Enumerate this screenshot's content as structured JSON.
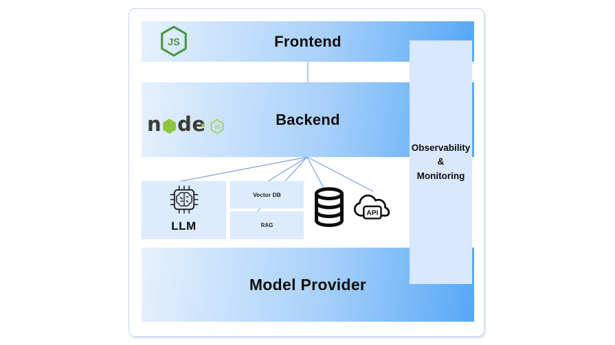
{
  "diagram": {
    "layers": {
      "frontend": {
        "label": "Frontend"
      },
      "backend": {
        "label": "Backend"
      },
      "model_provider": {
        "label": "Model Provider"
      }
    },
    "panel": {
      "label": "Observability\n&\nMonitoring"
    },
    "components": {
      "llm": {
        "label": "LLM"
      },
      "vector_db": {
        "label": "Vector DB"
      },
      "rag": {
        "label": "RAG"
      },
      "api": {
        "label": "API"
      }
    },
    "logos": {
      "nodejs_hexagon": {
        "text": "JS"
      },
      "nodejs_wordmark": {
        "left": "n",
        "right": "de",
        "badge": "JS"
      }
    },
    "connections": [
      {
        "from": "Frontend",
        "to": "Backend"
      },
      {
        "from": "Backend",
        "to": "LLM"
      },
      {
        "from": "Backend",
        "to": "Vector DB"
      },
      {
        "from": "Backend",
        "to": "RAG"
      },
      {
        "from": "Backend",
        "to": "Database"
      },
      {
        "from": "Backend",
        "to": "API"
      }
    ],
    "colors": {
      "bar_gradient_start": "#e6f1fd",
      "bar_gradient_end": "#56a8f7",
      "panel_bg": "#d9e8fc",
      "box_bg": "#dcebfd",
      "connector_line": "#7b9fdd",
      "node_green": "#479540",
      "node_green_light": "#8dc63f",
      "icon_black": "#111111",
      "card_border": "#c7d6ef"
    }
  }
}
